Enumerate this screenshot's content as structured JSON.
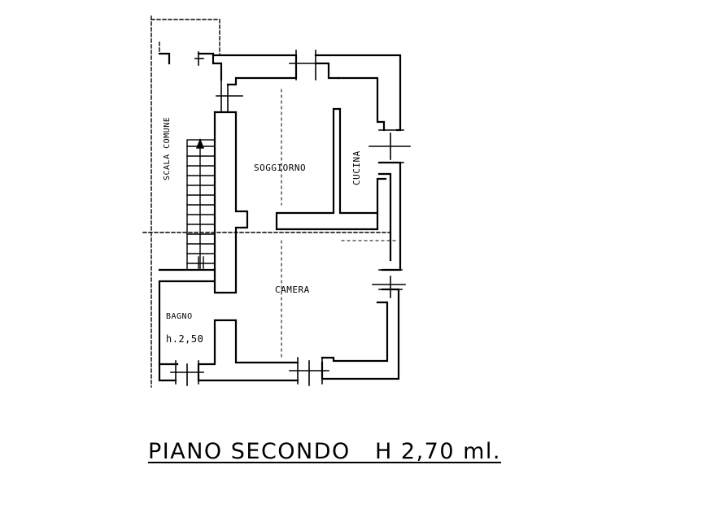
{
  "plan": {
    "rooms": {
      "soggiorno": "SOGGIORNO",
      "cucina": "CUCINA",
      "camera": "CAMERA",
      "bagno": "BAGNO",
      "bagno_height": "h.2,50",
      "scala": "SCALA COMUNE"
    },
    "caption": "PIANO SECONDO   H 2,70 ml."
  }
}
